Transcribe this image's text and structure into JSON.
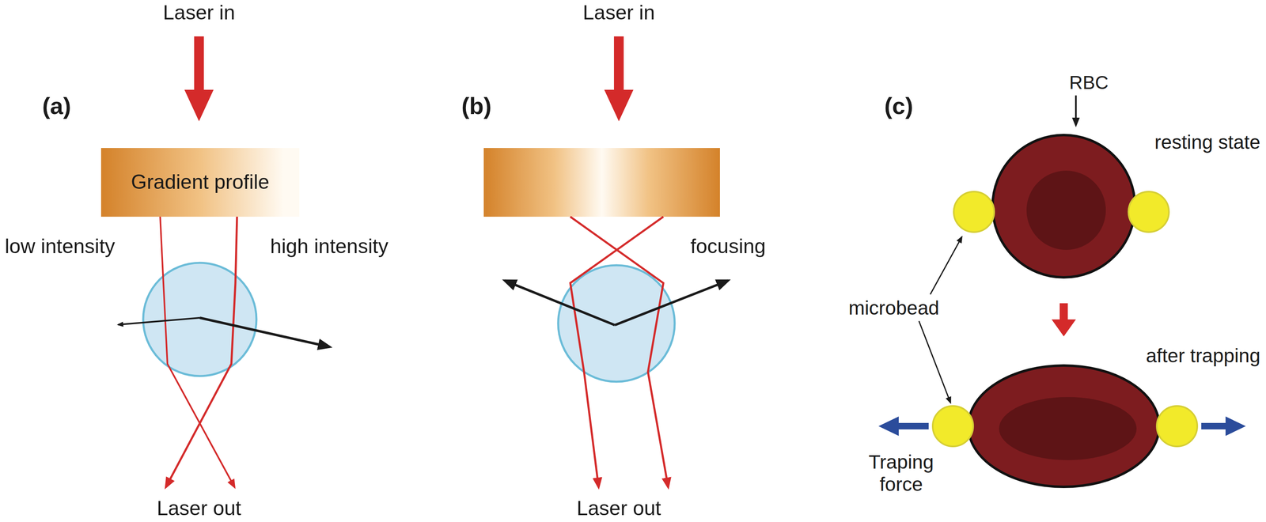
{
  "diagram": {
    "nodes": [
      {
        "text": [
          "Gradient profile"
        ]
      }
    ],
    "labels": [
      "(a)",
      "Laser in",
      "low intensity",
      "high intensity",
      "Laser out",
      "(b)",
      "Laser in",
      "focusing",
      "Laser out",
      "(c)",
      "RBC",
      "resting state",
      "microbead",
      "after trapping",
      "Traping force"
    ]
  }
}
